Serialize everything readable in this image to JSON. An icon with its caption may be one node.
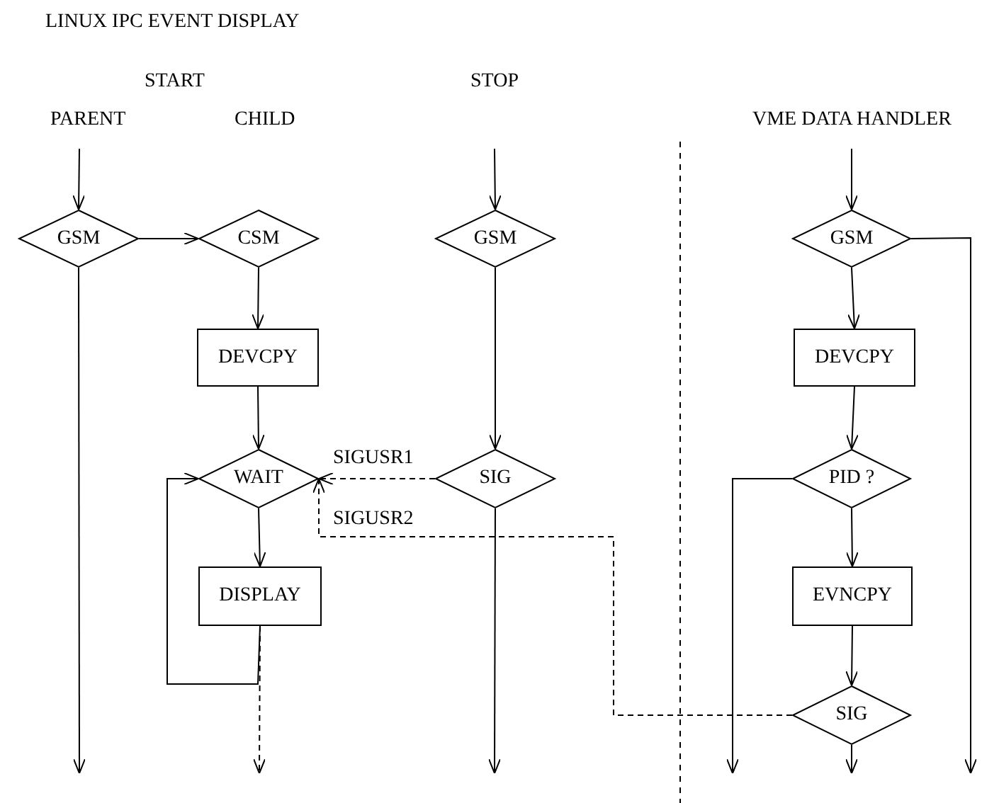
{
  "diagram": {
    "title": "LINUX IPC EVENT DISPLAY",
    "nodes": [
      {
        "text": [
          "GSM"
        ]
      },
      {
        "text": [
          "CSM"
        ]
      },
      {
        "text": [
          "DEVCPY"
        ]
      },
      {
        "text": [
          "WAIT"
        ]
      },
      {
        "text": [
          "DISPLAY"
        ]
      },
      {
        "text": [
          "GSM"
        ]
      },
      {
        "text": [
          "SIG"
        ]
      },
      {
        "text": [
          "GSM"
        ]
      },
      {
        "text": [
          "DEVCPY"
        ]
      },
      {
        "text": [
          "PID ?"
        ]
      },
      {
        "text": [
          "EVNCPY"
        ]
      },
      {
        "text": [
          "SIG"
        ]
      }
    ],
    "edges": [
      {
        "from": null,
        "to": 0,
        "arrow": "to"
      },
      {
        "from": 0,
        "to": 1,
        "arrow": "to"
      },
      {
        "from": 0,
        "to": null,
        "arrow": "to"
      },
      {
        "from": 1,
        "to": 2,
        "arrow": "to"
      },
      {
        "from": 2,
        "to": 3,
        "arrow": "to"
      },
      {
        "from": 3,
        "to": 4,
        "arrow": "to"
      },
      {
        "from": 4,
        "to": 3,
        "arrow": "to"
      },
      {
        "from": 4,
        "to": null,
        "arrow": "to",
        "style": "dashed"
      },
      {
        "from": null,
        "to": 5,
        "arrow": "to"
      },
      {
        "from": 5,
        "to": 6,
        "arrow": "to"
      },
      {
        "from": 6,
        "to": 3,
        "arrow": "to",
        "label": "SIGUSR1",
        "style": "dashed"
      },
      {
        "from": 6,
        "to": null,
        "arrow": "to"
      },
      {
        "from": 11,
        "to": 3,
        "arrow": "to",
        "label": "SIGUSR2",
        "style": "dashed"
      },
      {
        "from": null,
        "to": 7,
        "arrow": "to"
      },
      {
        "from": 7,
        "to": 8,
        "arrow": "to"
      },
      {
        "from": 7,
        "to": null,
        "arrow": "to"
      },
      {
        "from": 8,
        "to": 9,
        "arrow": "to"
      },
      {
        "from": 9,
        "to": 10,
        "arrow": "to"
      },
      {
        "from": 9,
        "to": null,
        "arrow": "to"
      },
      {
        "from": 10,
        "to": 11,
        "arrow": "to"
      },
      {
        "from": 11,
        "to": null,
        "arrow": "to"
      }
    ],
    "labels": [
      "START",
      "STOP",
      "PARENT",
      "CHILD",
      "VME DATA HANDLER"
    ]
  }
}
